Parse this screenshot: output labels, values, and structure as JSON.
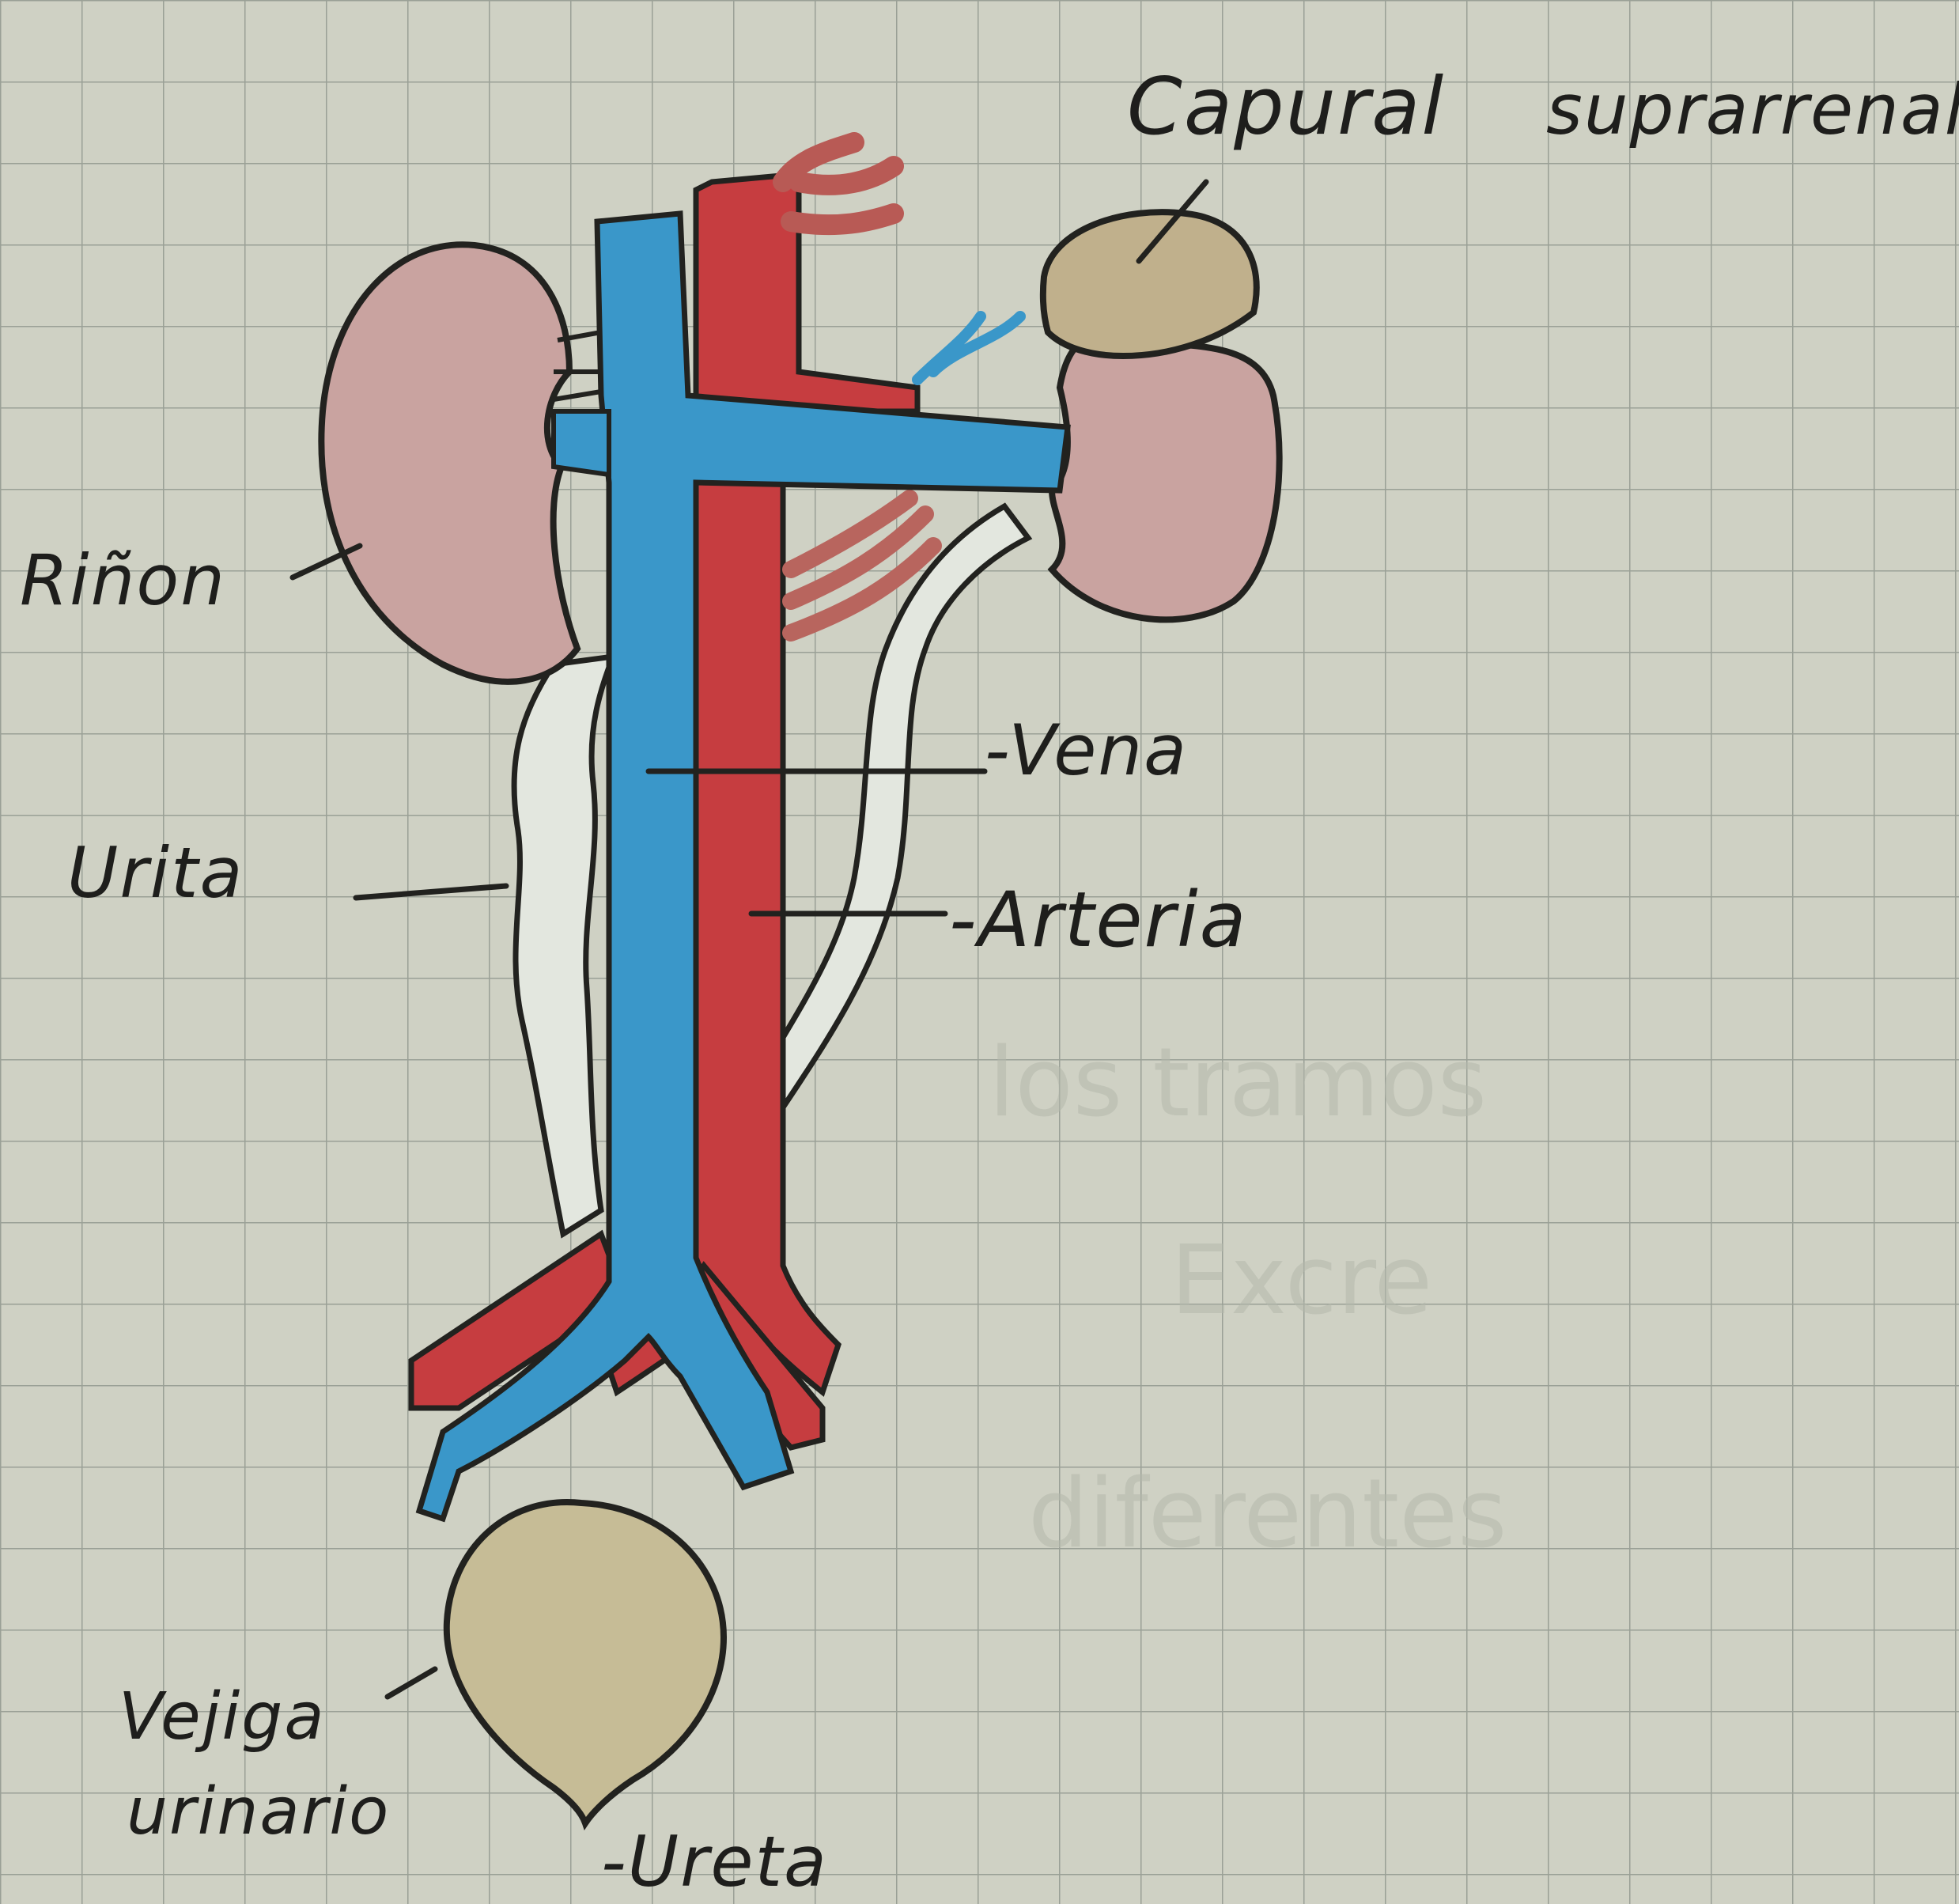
{
  "labels": {
    "capsula": "Capural",
    "suprarrenal": "suprarrenal.",
    "rinon": "Riñon",
    "vena": "-Vena",
    "uretra": "Urita",
    "arteria": "-Arteria",
    "vejiga": "Vejiga",
    "urinario": "urinario",
    "uretra_inferior": "-Ureta"
  },
  "colors": {
    "paper": "#cfd1c4",
    "grid": "#9aa096",
    "vein_blue": "#3a97c9",
    "artery_red": "#c63d40",
    "kidney_pink": "#c9a3a0",
    "adrenal_tan": "#c0b08c",
    "bladder_tan": "#c6bc96",
    "ureter_white": "#e3e7df",
    "ink": "#22221f"
  }
}
